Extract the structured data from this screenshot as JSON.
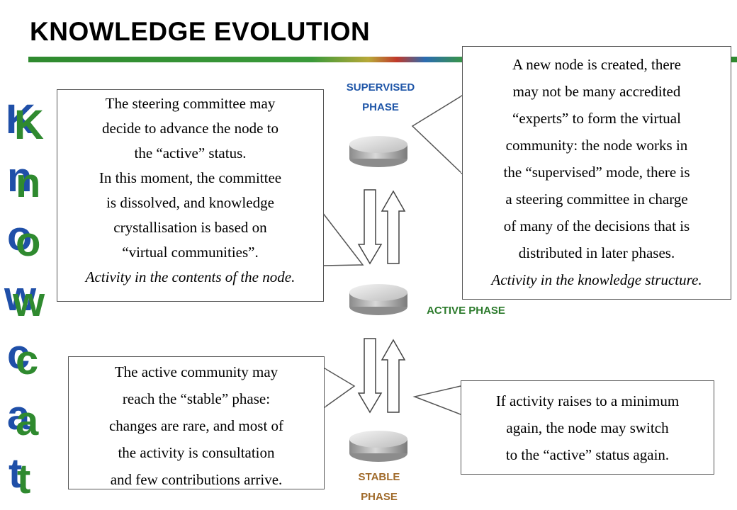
{
  "title": "KNOWLEDGE EVOLUTION",
  "colors": {
    "supervised": "#1f56a8",
    "active": "#2b7a2b",
    "stable": "#a06a2a",
    "side_blue": "#1f4fa8",
    "side_green": "#2f8a2f"
  },
  "side_letters": [
    "K",
    "n",
    "o",
    "w",
    "c",
    "a",
    "t"
  ],
  "phases": {
    "supervised": [
      "SUPERVISED",
      "PHASE"
    ],
    "active": "ACTIVE PHASE",
    "stable": [
      "STABLE",
      "PHASE"
    ]
  },
  "boxes": {
    "steering": [
      "The steering committee may",
      "decide to advance the node to",
      "the “active” status.",
      "In this moment, the committee",
      "is dissolved, and knowledge",
      "crystallisation is based on",
      "“virtual communities”.",
      "Activity in the contents of the node."
    ],
    "new_node": [
      "A new node is created, there",
      "may not be many accredited",
      "“experts” to form the virtual",
      "community: the node works in",
      "the “supervised” mode, there is",
      "a steering committee in charge",
      "of many of the decisions that is",
      "distributed in later phases.",
      "Activity in the knowledge structure."
    ],
    "stable": [
      "The active community may",
      "reach the “stable” phase:",
      "changes are rare, and most of",
      "the activity is consultation",
      "and few contributions arrive."
    ],
    "reactivate": [
      "If activity raises to a minimum",
      "again, the node may switch",
      "to the “active” status again."
    ]
  }
}
